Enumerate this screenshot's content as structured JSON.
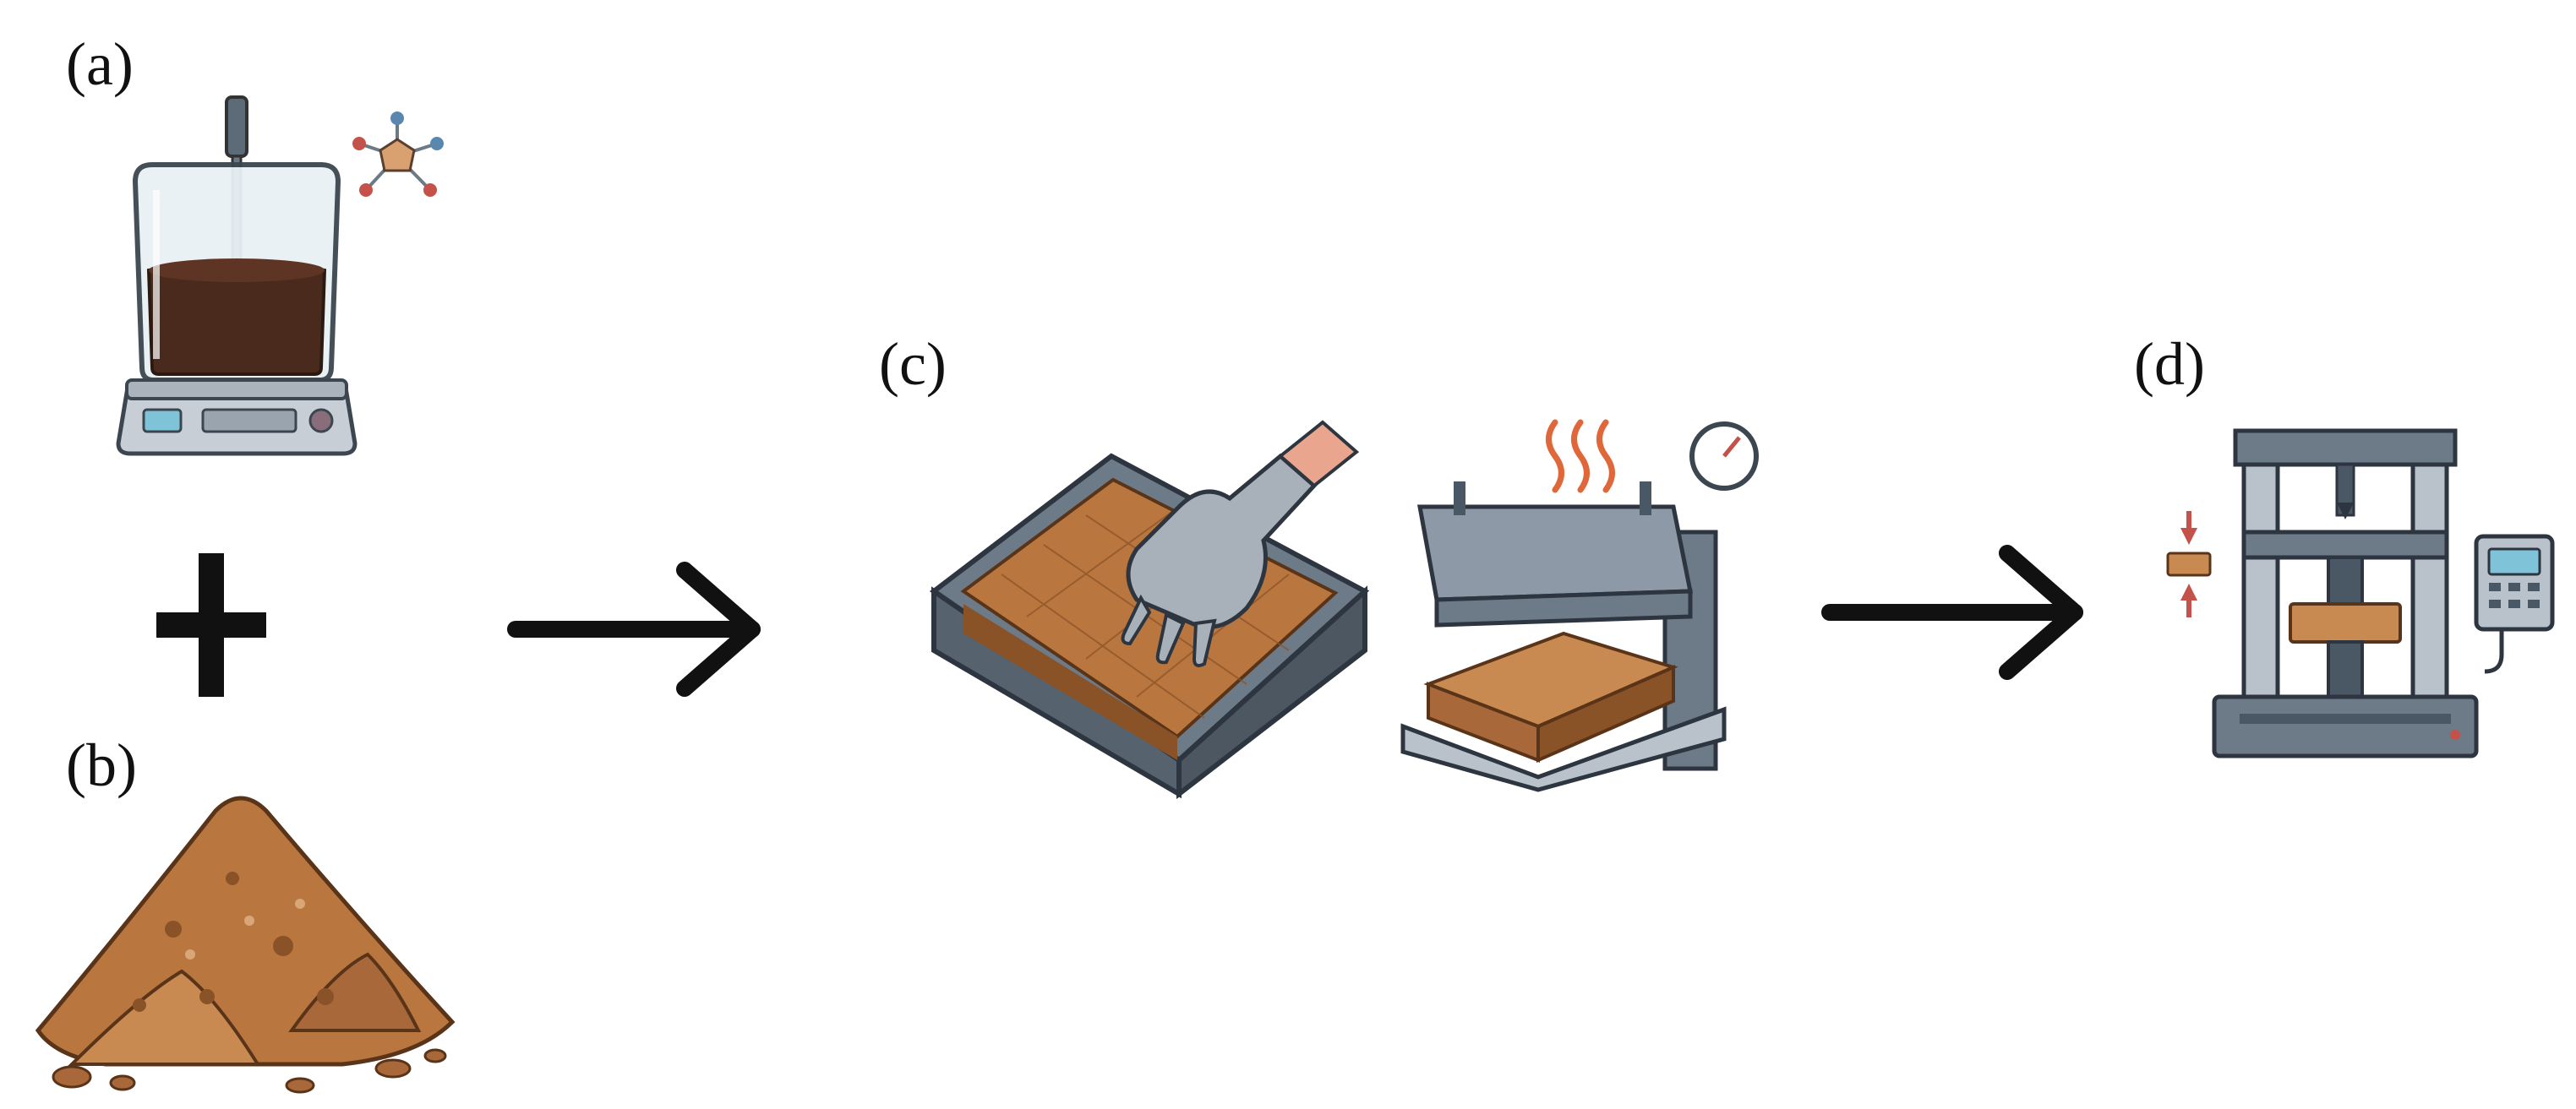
{
  "figure": {
    "labels": {
      "a": "(a)",
      "b": "(b)",
      "c": "(c)",
      "d": "(d)"
    },
    "icons": {
      "a": "beaker-mixer-icon",
      "a_molecule": "molecule-icon",
      "b": "soil-pile-icon",
      "c_mold": "gloved-hand-in-mold-icon",
      "c_press": "heated-press-icon",
      "d": "compression-testing-machine-icon"
    },
    "colors": {
      "soil": "#b9773f",
      "soil_dark": "#8a5227",
      "steel": "#8d99a6",
      "steel_dark": "#4a5866",
      "liquid": "#4a2a1c",
      "arrow": "#111111",
      "heat": "#e0673a"
    }
  }
}
